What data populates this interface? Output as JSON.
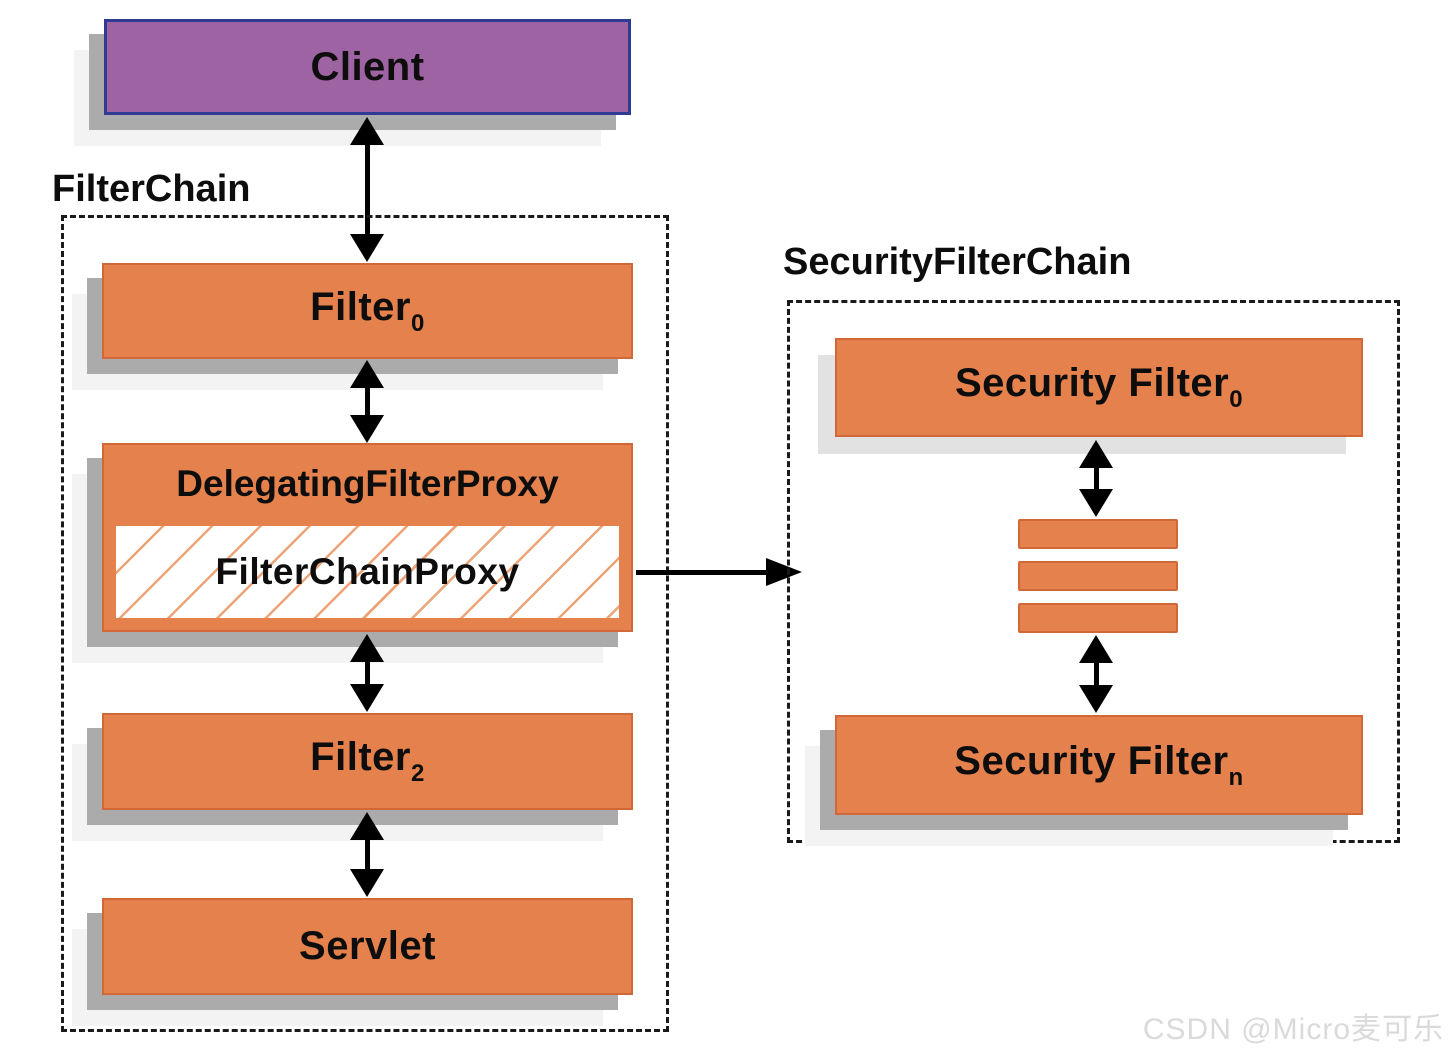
{
  "client": {
    "label": "Client"
  },
  "filter_chain": {
    "title": "FilterChain",
    "filter0_base": "Filter",
    "filter0_sub": "0",
    "delegating_label": "DelegatingFilterProxy",
    "proxy_label": "FilterChainProxy",
    "filter2_base": "Filter",
    "filter2_sub": "2",
    "servlet_label": "Servlet"
  },
  "security_filter_chain": {
    "title": "SecurityFilterChain",
    "filter0_base": "Security Filter",
    "filter0_sub": "0",
    "filtern_base": "Security Filter",
    "filtern_sub": "n"
  },
  "watermark": "CSDN @Micro麦可乐",
  "colors": {
    "orange": "#E5814D",
    "orange_border": "#D2683A",
    "hatch": "#EDA478",
    "purple": "#9E63A2",
    "purple_border": "#2F3A92",
    "shadow": "#ABABAB",
    "shadow_light": "#F3F3F3",
    "shadow_soft": "#E2E2E2",
    "line": "#000000",
    "text": "#0D0D0D",
    "watermark_color": "#DADADA",
    "dash": "#1A1A1A"
  }
}
